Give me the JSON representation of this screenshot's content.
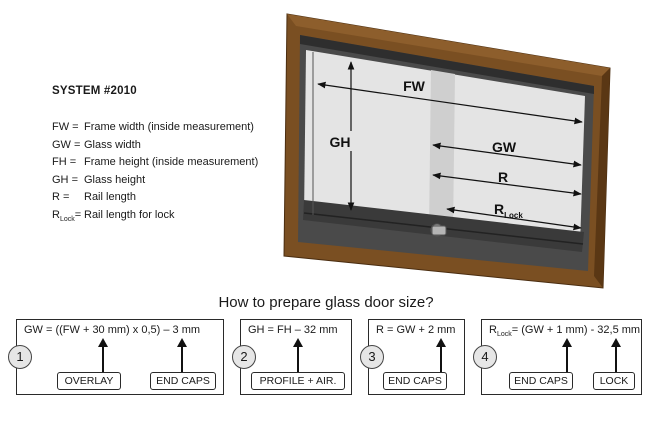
{
  "system_title": "SYSTEM #2010",
  "legend": [
    {
      "key": "FW",
      "sub": "",
      "sep": "=",
      "desc": "Frame width (inside measurement)"
    },
    {
      "key": "GW",
      "sub": "",
      "sep": "=",
      "desc": "Glass width"
    },
    {
      "key": "FH",
      "sub": "",
      "sep": "=",
      "desc": "Frame height (inside measurement)"
    },
    {
      "key": "GH",
      "sub": "",
      "sep": "=",
      "desc": "Glass height"
    },
    {
      "key": "R",
      "sub": "",
      "sep": "=",
      "desc": "Rail length"
    },
    {
      "key": "R",
      "sub": "Lock",
      "sep": "=",
      "desc": "Rail length for lock"
    }
  ],
  "diagram_labels": {
    "fw": "FW",
    "gh": "GH",
    "gw": "GW",
    "r": "R",
    "rlock_main": "R",
    "rlock_sub": "Lock"
  },
  "question": "How to prepare glass door size?",
  "steps": [
    {
      "number": "1",
      "formula": "GW = ((FW + 30 mm) x 0,5) – 3 mm",
      "formula_prefix": "",
      "formula_sub": "",
      "tags": [
        "OVERLAY",
        "END CAPS"
      ]
    },
    {
      "number": "2",
      "formula": "GH = FH – 32 mm",
      "formula_prefix": "",
      "formula_sub": "",
      "tags": [
        "PROFILE + AIR."
      ]
    },
    {
      "number": "3",
      "formula": "R = GW + 2 mm",
      "formula_prefix": "",
      "formula_sub": "",
      "tags": [
        "END CAPS"
      ]
    },
    {
      "number": "4",
      "formula": "= (GW + 1 mm) - 32,5 mm",
      "formula_prefix": "R",
      "formula_sub": "Lock",
      "tags": [
        "END CAPS",
        "LOCK"
      ]
    }
  ],
  "colors": {
    "frame_wood": "#7a4f22",
    "frame_wood_dark": "#5a3714",
    "glass": "#e4e4e4",
    "glass_overlap": "#cfcfcf",
    "rail": "#3a3a3a"
  }
}
